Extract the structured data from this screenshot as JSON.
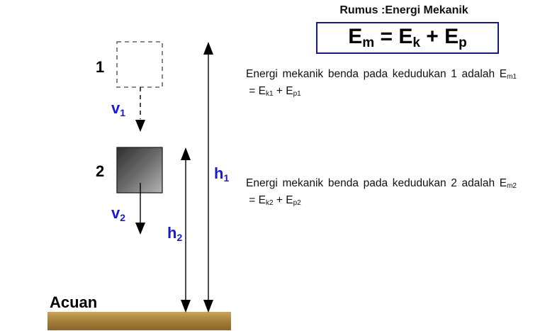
{
  "title": "Rumus :Energi Mekanik",
  "formula": {
    "Em_base": "E",
    "Em_sub": "m",
    "eq": " = ",
    "Ek_base": "E",
    "Ek_sub": "k",
    "plus": " + ",
    "Ep_base": "E",
    "Ep_sub": "p"
  },
  "positions": {
    "one": "1",
    "two": "2"
  },
  "velocities": {
    "v1_base": "v",
    "v1_sub": "1",
    "v2_base": "v",
    "v2_sub": "2"
  },
  "heights": {
    "h1_base": "h",
    "h1_sub": "1",
    "h2_base": "h",
    "h2_sub": "2"
  },
  "reference": "Acuan",
  "desc1": {
    "text": "Energi mekanik benda pada kedudukan 1 adalah E",
    "s1": "m1",
    "eq": " = E",
    "s2": "k1",
    "plus": " + E",
    "s3": "p1"
  },
  "desc2": {
    "text": "Energi mekanik benda pada kedudukan 2 adalah E",
    "s1": "m2",
    "eq": " = E",
    "s2": "k2",
    "plus": " + E",
    "s3": "p2"
  },
  "colors": {
    "label_blue": "#1a1ad0",
    "ground": "#b08a40",
    "box_border": "#1a1a7a"
  }
}
